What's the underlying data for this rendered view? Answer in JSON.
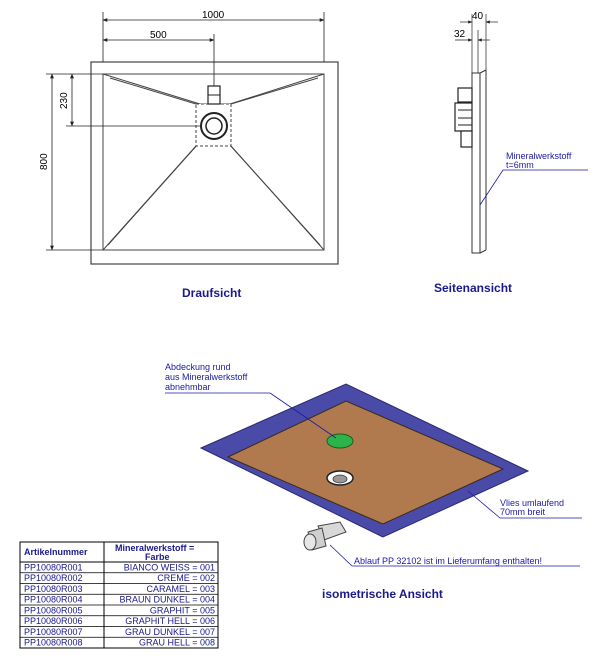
{
  "draufsicht": {
    "title": "Draufsicht",
    "dim_width": "1000",
    "dim_half": "500",
    "dim_height": "800",
    "dim_drain": "230"
  },
  "seitenansicht": {
    "title": "Seitenansicht",
    "dim_total": "40",
    "dim_part": "32",
    "material_line1": "Mineralwerkstoff",
    "material_line2": "t=6mm"
  },
  "isometric": {
    "title": "isometrische Ansicht",
    "cover_line1": "Abdeckung rund",
    "cover_line2": "aus Mineralwerkstoff",
    "cover_line3": "abnehmbar",
    "fleece_line1": "Vlies umlaufend",
    "fleece_line2": "70mm breit",
    "drain_note": "Ablauf PP 32102 ist im Lieferumfang enthalten!"
  },
  "table": {
    "col1_header": "Artikelnummer",
    "col2_header_line1": "Mineralwerkstoff =",
    "col2_header_line2": "Farbe",
    "rows": [
      {
        "article": "PP10080R001",
        "color": "BIANCO WEISS = 001"
      },
      {
        "article": "PP10080R002",
        "color": "CREME = 002"
      },
      {
        "article": "PP10080R003",
        "color": "CARAMEL = 003"
      },
      {
        "article": "PP10080R004",
        "color": "BRAUN DUNKEL = 004"
      },
      {
        "article": "PP10080R005",
        "color": "GRAPHIT = 005"
      },
      {
        "article": "PP10080R006",
        "color": "GRAPHIT HELL = 006"
      },
      {
        "article": "PP10080R007",
        "color": "GRAU DUNKEL = 007"
      },
      {
        "article": "PP10080R008",
        "color": "GRAU HELL = 008"
      }
    ]
  },
  "colors": {
    "line": "#333333",
    "accent_text": "#1a1a8c",
    "fleece": "#4a4aa8",
    "tray": "#b07a4e",
    "cover": "#2cb34a"
  }
}
